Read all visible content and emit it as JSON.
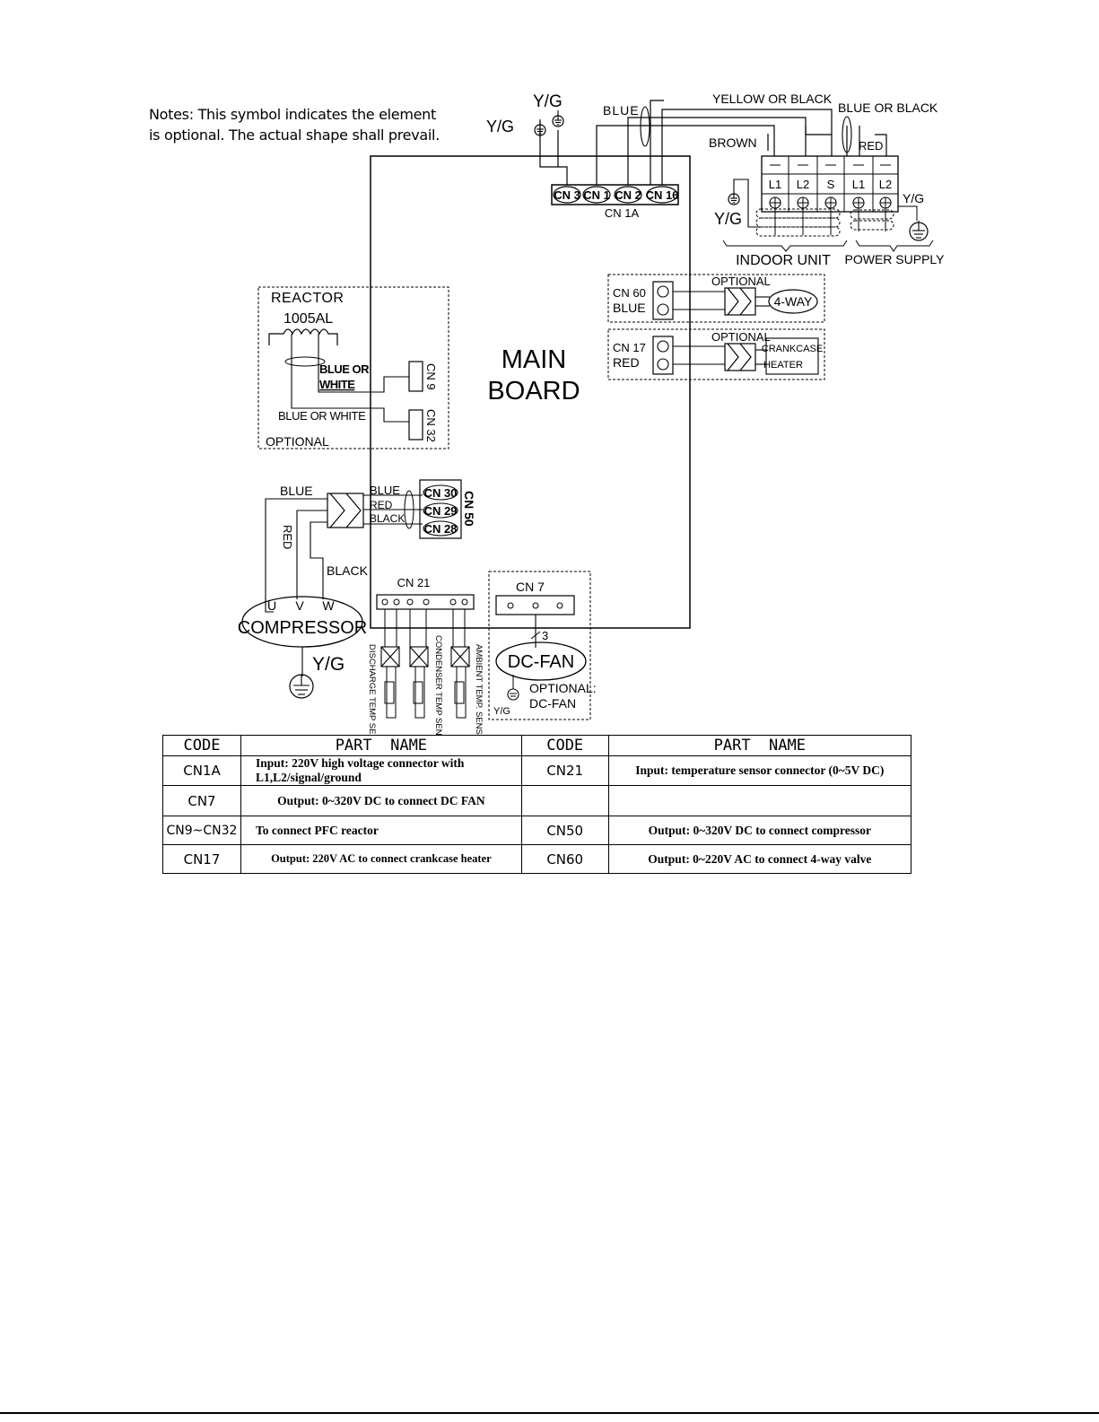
{
  "notes": {
    "line1": "Notes: This symbol indicates the element",
    "line2": "is optional. The actual shape shall prevail."
  },
  "diagram": {
    "main_board": {
      "line1": "MAIN",
      "line2": "BOARD"
    },
    "cn1a": {
      "label": "CN 1A",
      "pins": [
        "CN 3",
        "CN 1",
        "CN 2",
        "CN 16"
      ]
    },
    "wire_labels": {
      "yg_top": "Y/G",
      "yg_left": "Y/G",
      "blue": "BLUE",
      "yellow_or_black": "YELLOW OR BLACK",
      "blue_or_black": "BLUE OR BLACK",
      "brown": "BROWN",
      "red": "RED"
    },
    "terminal": {
      "labels": [
        "L1",
        "L2",
        "S",
        "L1",
        "L2"
      ],
      "yg_ground": "Y/G",
      "yg_right": "Y/G",
      "indoor_unit": "INDOOR UNIT",
      "power_supply": "POWER SUPPLY"
    },
    "cn60": {
      "code": "CN 60",
      "color": "BLUE",
      "optional": "OPTIONAL",
      "load": "4-WAY"
    },
    "cn17": {
      "code": "CN 17",
      "color": "RED",
      "optional": "OPTIONAL",
      "load_line1": "CRANKCASE",
      "load_line2": "HEATER"
    },
    "reactor": {
      "title": "REACTOR",
      "model": "1005AL",
      "wire1_line1": "BLUE OR",
      "wire1_line2": "WHITE",
      "wire2": "BLUE OR WHITE",
      "optional": "OPTIONAL",
      "cn9": "CN 9",
      "cn32": "CN 32"
    },
    "compressor": {
      "name": "COMPRESSOR",
      "u": "U",
      "v": "V",
      "w": "W",
      "yg": "Y/G",
      "wire_blue": "BLUE",
      "wire_red": "RED",
      "wire_black": "BLACK",
      "cn50": "CN 50",
      "pins": [
        "CN 30",
        "CN 29",
        "CN 28"
      ],
      "pin_colors": [
        "BLUE",
        "RED",
        "BLACK"
      ]
    },
    "cn21": {
      "label": "CN 21",
      "sensors": [
        "DISCHARGE TEMP SENSOR",
        "CONDENSER TEMP SENSOR",
        "AMBIENT TEMP. SENSOR"
      ]
    },
    "cn7": {
      "label": "CN 7",
      "count": "3",
      "fan": "DC-FAN",
      "yg": "Y/G",
      "optional_line1": "OPTIONAL:",
      "optional_line2": "DC-FAN"
    }
  },
  "table": {
    "headers": [
      "CODE",
      "PART  NAME",
      "CODE",
      "PART  NAME"
    ],
    "rows": [
      {
        "code1": "CN1A",
        "desc1_line1": "Input:  220V high voltage connector with",
        "desc1_line2": "L1,L2/signal/ground",
        "code2": "CN21",
        "desc2": "Input:  temperature sensor connector (0~5V DC)"
      },
      {
        "code1": "CN7",
        "desc1_line1": "Output: 0~320V DC to connect DC FAN",
        "desc1_line2": "",
        "code2": "",
        "desc2": ""
      },
      {
        "code1": "CN9~CN32",
        "desc1_line1": "To connect PFC reactor",
        "desc1_line2": "",
        "code2": "CN50",
        "desc2": "Output: 0~320V DC to connect compressor"
      },
      {
        "code1": "CN17",
        "desc1_line1": "Output: 220V AC to connect crankcase  heater",
        "desc1_line2": "",
        "code2": "CN60",
        "desc2": "Output: 0~220V AC to connect 4-way valve"
      }
    ]
  }
}
